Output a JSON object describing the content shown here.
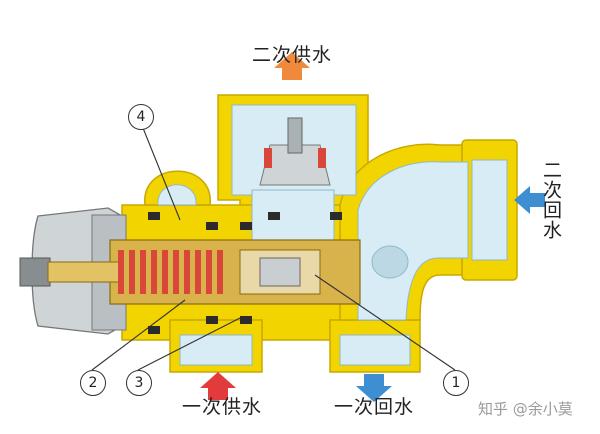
{
  "labels": {
    "secondary_supply": "二次供水",
    "secondary_return": "二次回水",
    "primary_supply": "一次供水",
    "primary_return": "一次回水"
  },
  "callouts": [
    "1",
    "2",
    "3",
    "4"
  ],
  "watermark": "知乎 @余小莫",
  "colors": {
    "body": "#f2d400",
    "body_edge": "#c9a800",
    "cavity": "#d7ecf4",
    "brass": "#d8b24a",
    "spring": "#d9473a",
    "cap": "#cfd4d6",
    "arrow_up": "#ef8a3c",
    "arrow_right": "#ff6a2e",
    "arrow_left": "#3d8fd1",
    "arrow_down": "#3d8fd1",
    "arrow_in": "#e23b3b"
  }
}
